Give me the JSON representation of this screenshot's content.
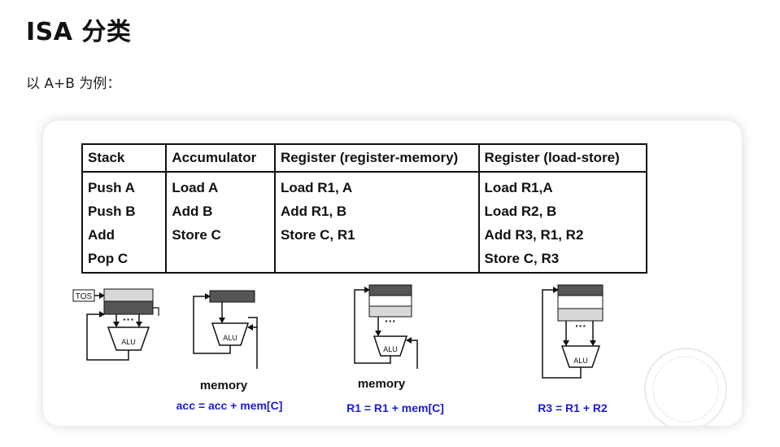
{
  "header": {
    "title": "ISA 分类",
    "intro": "以 A+B 为例："
  },
  "table": {
    "columns": [
      {
        "header": "Stack",
        "lines": [
          "Push A",
          "Push B",
          "Add",
          "Pop C"
        ]
      },
      {
        "header": "Accumulator",
        "lines": [
          "Load A",
          "Add B",
          "Store C"
        ]
      },
      {
        "header": "Register (register-memory)",
        "lines": [
          "Load R1, A",
          "Add R1, B",
          "Store C, R1"
        ]
      },
      {
        "header": "Register (load-store)",
        "lines": [
          "Load R1,A",
          "Load R2, B",
          "Add R3, R1, R2",
          "Store C, R3"
        ]
      }
    ]
  },
  "diagrams": {
    "tos_label": "TOS",
    "alu_label": "ALU",
    "dots": "···",
    "memory_label": "memory",
    "equations": {
      "accumulator": "acc =  acc + mem[C]",
      "register_memory": "R1 =  R1 + mem[C]",
      "load_store": "R3 =  R1 + R2"
    },
    "colors": {
      "dark_register": "#555555",
      "light_register": "#d8d8d8",
      "equation_blue": "#1a1adb"
    }
  }
}
